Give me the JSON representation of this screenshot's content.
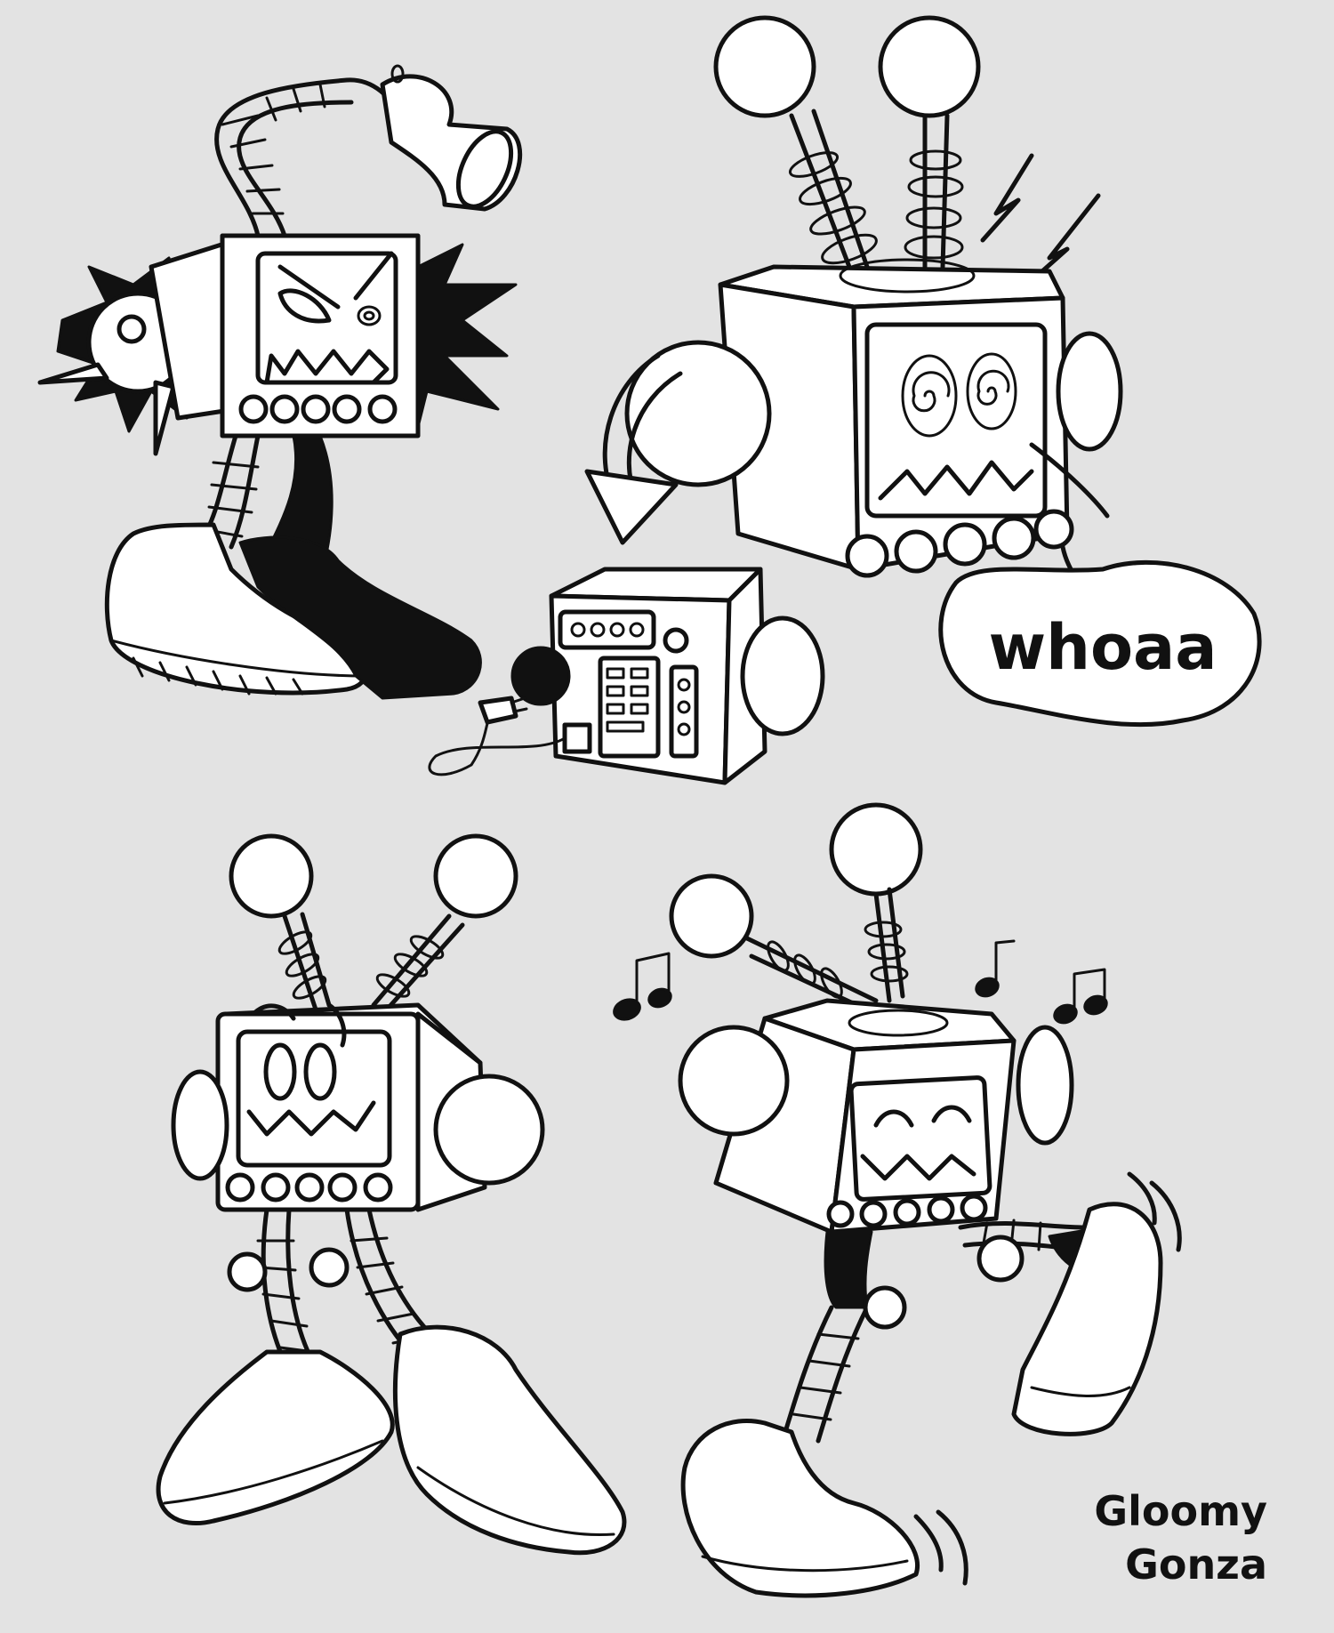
{
  "speech_bubble": {
    "text": "whoaa"
  },
  "signature": {
    "line1": "Gloomy",
    "line2": "Gonza"
  },
  "colors": {
    "paper": "#e3e3e3",
    "ink": "#111111"
  }
}
